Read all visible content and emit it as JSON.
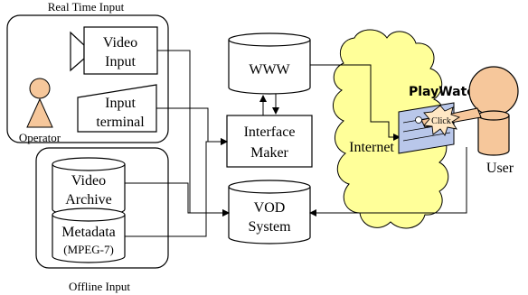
{
  "groups": {
    "realtime": "Real Time Input",
    "offline": "Offline Input"
  },
  "nodes": {
    "video_input": [
      "Video",
      "Input"
    ],
    "input_terminal": [
      "Input",
      "terminal"
    ],
    "operator": "Operator",
    "video_archive": [
      "Video",
      "Archive"
    ],
    "metadata": [
      "Metadata",
      "(MPEG-7)"
    ],
    "www": "WWW",
    "interface_maker": [
      "Interface",
      "Maker"
    ],
    "vod_system": [
      "VOD",
      "System"
    ],
    "internet": "Internet",
    "playwatch": "PlayWatch",
    "click": "Click",
    "user": "User"
  },
  "colors": {
    "person": "#f6c79b",
    "cloud": "#ffff99",
    "screen": "#b9c7ea",
    "click_burst": "#ffe7c4"
  }
}
